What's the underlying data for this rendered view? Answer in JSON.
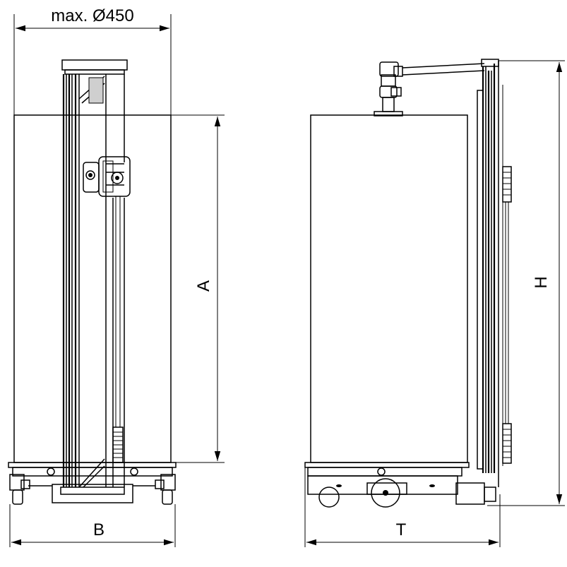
{
  "drawing": {
    "dimensions": {
      "diameter_label": "max. Ø450",
      "width_label": "B",
      "depth_label": "T",
      "height_label": "H",
      "container_height_label": "A"
    },
    "views": [
      "front-view",
      "side-view"
    ]
  }
}
